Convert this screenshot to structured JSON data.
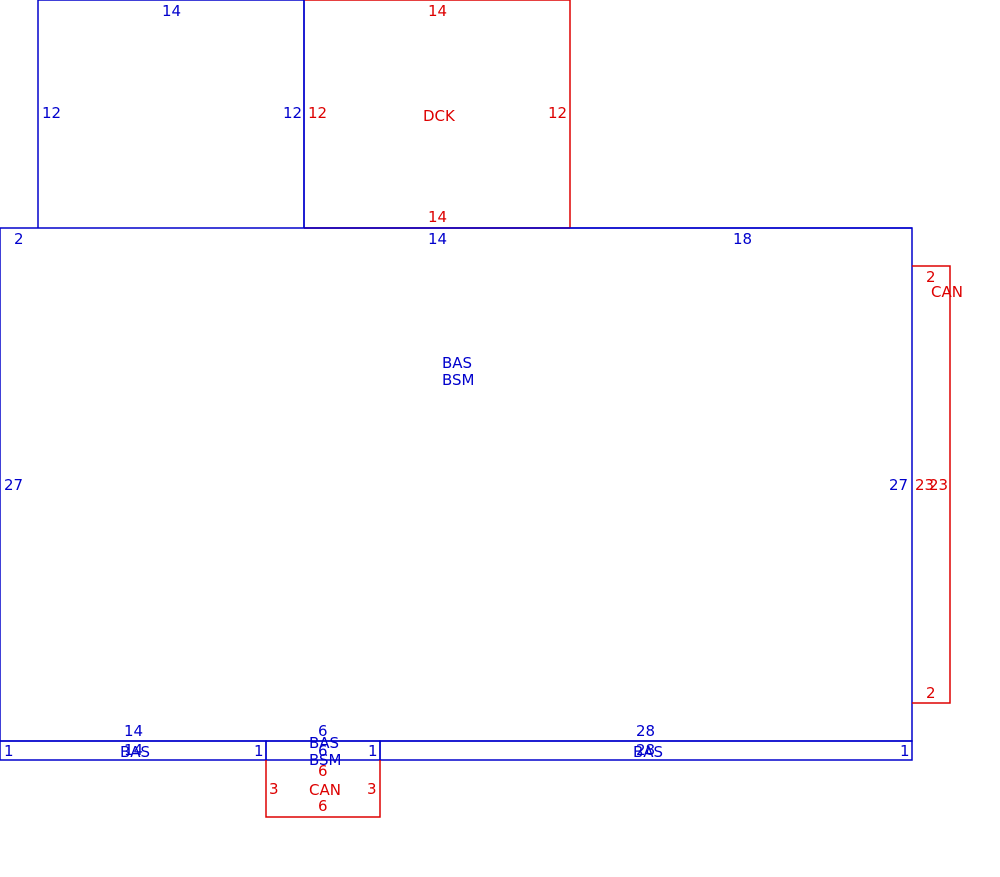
{
  "colors": {
    "structure": "#0000cc",
    "addition": "#dd0000"
  },
  "areas": {
    "main": {
      "line1": "BAS",
      "line2": "BSM"
    },
    "deck": "DCK",
    "canopy_right": "CAN",
    "canopy_bottom": "CAN",
    "strip_left": "BAS",
    "strip_right": "BAS",
    "mid_block": {
      "line1": "BAS",
      "line2": "BSM"
    }
  },
  "dims": {
    "upper_top": "14",
    "upper_left": "12",
    "upper_right": "12",
    "deck_top": "14",
    "deck_left": "12",
    "deck_right": "12",
    "deck_bottom": "14",
    "main_left_step": "2",
    "main_top_mid": "14",
    "main_top_right": "18",
    "main_left": "27",
    "main_right": "27",
    "can_right_top": "2",
    "can_right_inner": "23",
    "can_right_outer": "23",
    "can_right_bottom": "2",
    "strip_left_top": "14",
    "strip_left_bottom": "14",
    "strip_left_end_l": "1",
    "strip_left_end_r": "1",
    "mid_top": "6",
    "mid_overlap": "6",
    "mid_end_r": "1",
    "strip_right_top": "28",
    "strip_right_bottom": "28",
    "strip_right_end": "1",
    "can_bottom_top": "6",
    "can_bottom_left": "3",
    "can_bottom_right": "3",
    "can_bottom_bottom": "6"
  }
}
